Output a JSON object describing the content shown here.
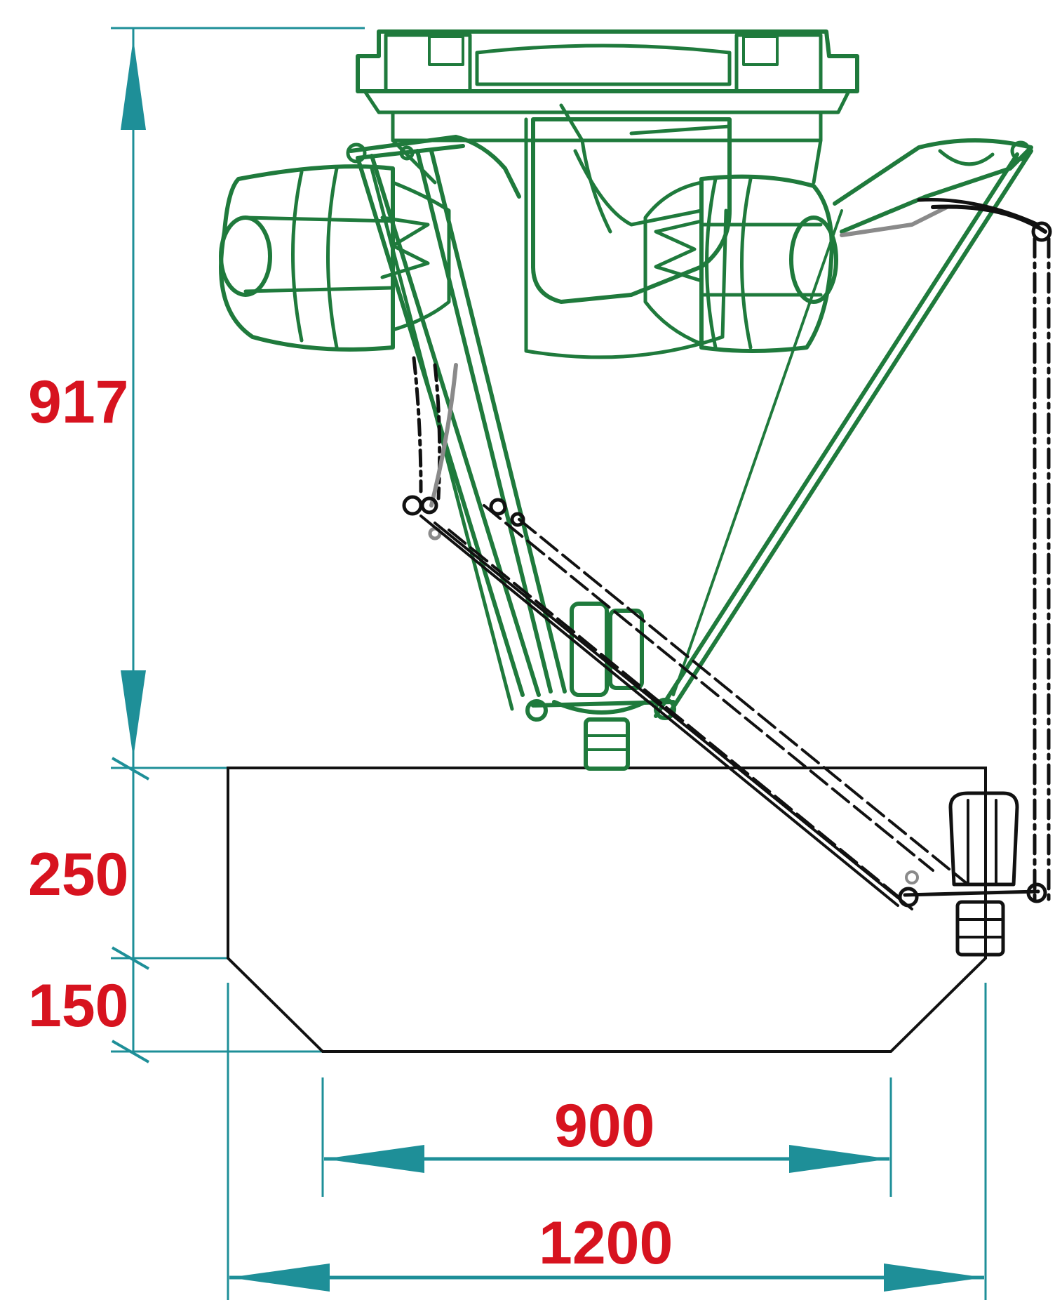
{
  "dimensions": {
    "height_total": "917",
    "workspace_cylinder": "250",
    "workspace_cone": "150",
    "bottom_width": "900",
    "top_width": "1200"
  },
  "colors": {
    "dimension_text": "#d7131f",
    "dimension_lines": "#1e8f98",
    "robot_outline": "#1f7a3c",
    "reach_outline": "#111111",
    "workspace_outline": "#111111"
  }
}
